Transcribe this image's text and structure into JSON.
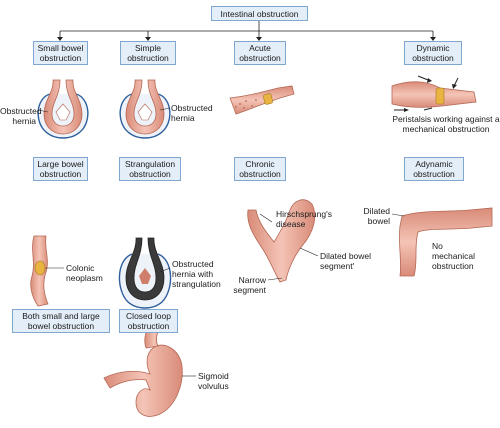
{
  "title": "Intestinal obstruction",
  "categories": {
    "small_bowel": "Small bowel obstruction",
    "simple": "Simple obstruction",
    "acute": "Acute obstruction",
    "dynamic": "Dynamic obstruction",
    "large_bowel": "Large bowel obstruction",
    "strangulation": "Strangulation obstruction",
    "chronic": "Chronic obstruction",
    "adynamic": "Adynamic obstruction",
    "both": "Both small and large bowel obstruction",
    "closed_loop": "Closed loop obstruction"
  },
  "labels": {
    "obstructed_hernia_left": "Obstructed hernia",
    "obstructed_hernia_right": "Obstructed hernia",
    "peristalsis": "Peristalsis working against a mechanical obstruction",
    "colonic_neoplasm": "Colonic neoplasm",
    "strangulated_hernia": "Obstructed hernia with strangulation",
    "hirschsprung": "Hirschsprung's disease",
    "narrow_segment": "Narrow segment",
    "dilated_segment": "Dilated bowel segment'",
    "dilated_bowel": "Dilated bowel",
    "no_mechanical": "No mechanical obstruction",
    "sigmoid_volvulus": "Sigmoid volvulus"
  },
  "colors": {
    "box_fill": "#e3eef8",
    "box_border": "#7fa7cf",
    "bowel": "#e3a596",
    "bowel_dark": "#c4705d",
    "sac": "#2f5f9c",
    "obstruction": "#e9b342"
  }
}
